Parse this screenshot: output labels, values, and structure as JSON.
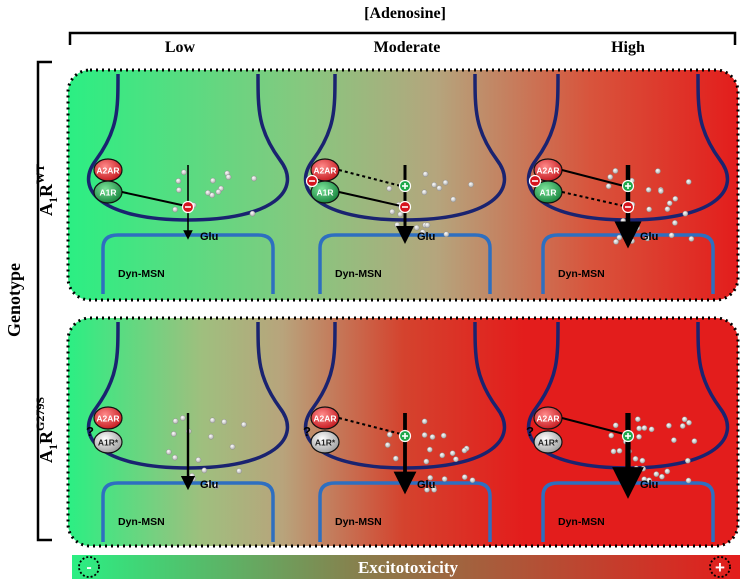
{
  "header": {
    "concentration_label": "[Adenosine]",
    "levels": [
      "Low",
      "Moderate",
      "High"
    ]
  },
  "axis": {
    "genotype_label": "Genotype"
  },
  "rows": [
    {
      "genotype_base": "A",
      "genotype_sub": "1",
      "genotype_sup": "R",
      "genotype_exp": "WT"
    },
    {
      "genotype_base": "A",
      "genotype_sub": "1",
      "genotype_sup": "R",
      "genotype_exp": "G279S"
    }
  ],
  "cell": {
    "a2a_label": "A2AR",
    "a1_label": "A1R",
    "a1_mutant_label": "A1R*",
    "glu_label": "Glu",
    "neuron_label": "Dyn-MSN",
    "unknown_mark": "?"
  },
  "bar": {
    "label": "Excitotoxicity",
    "min_symbol": "-",
    "max_symbol": "+"
  },
  "colors": {
    "green": "#2bef83",
    "khaki": "#b3a47d",
    "red": "#e3211c",
    "terminal_outline": "#1a2370",
    "dendrite_outline": "#2e6fc0",
    "receptor_red": "#e31b23",
    "receptor_green": "#1e9d45",
    "receptor_white": "#e6e6e6"
  }
}
